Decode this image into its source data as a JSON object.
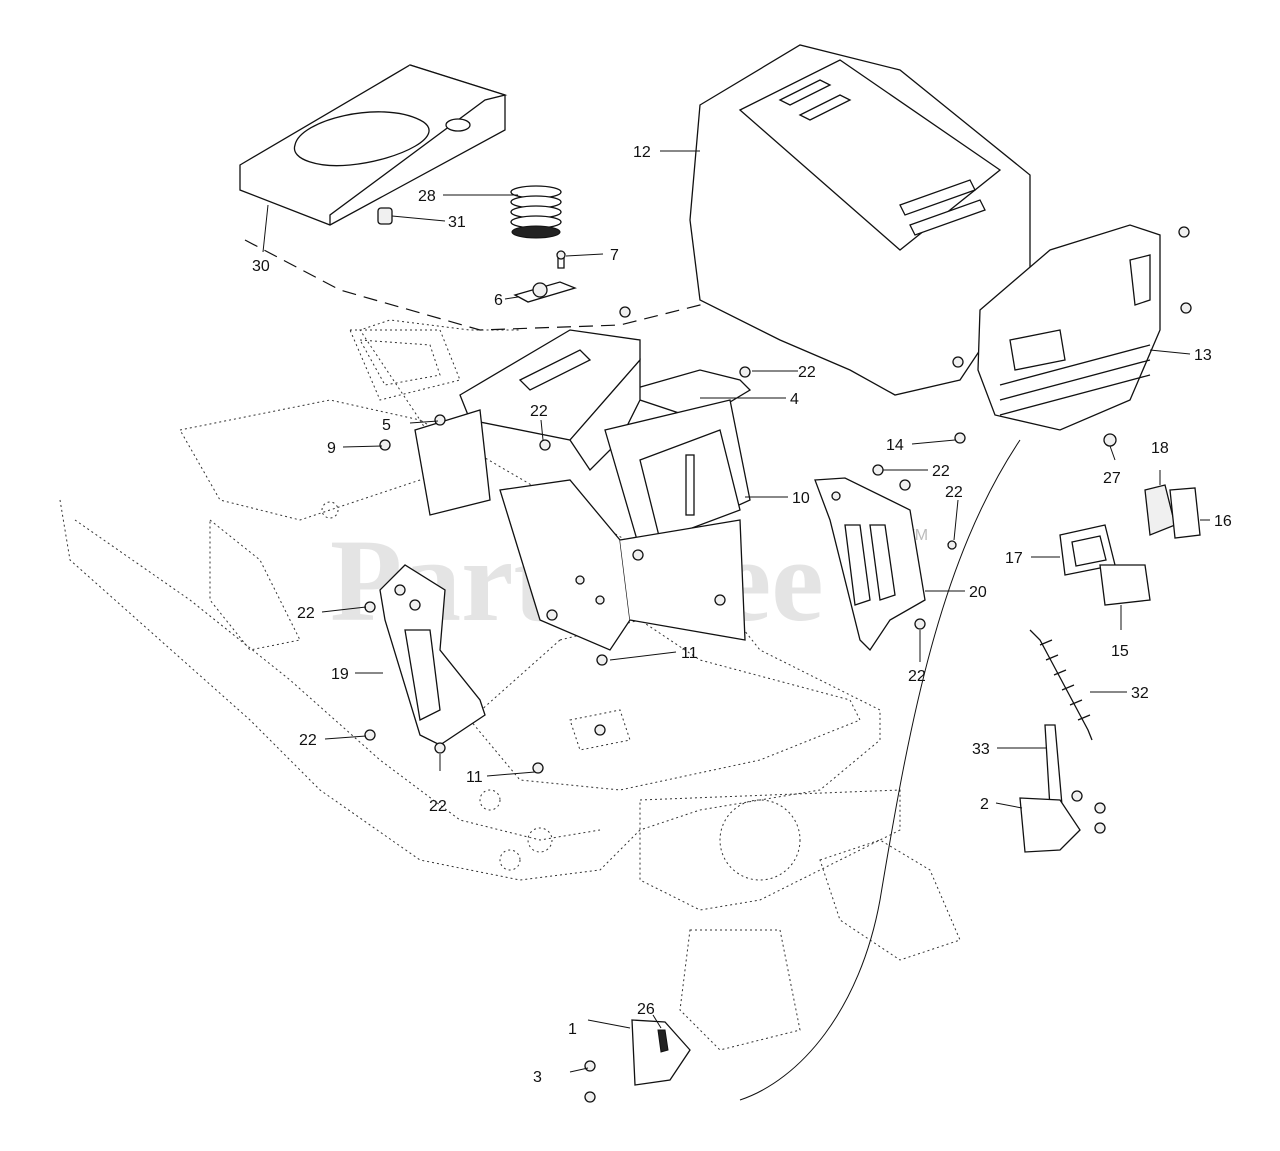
{
  "watermark": {
    "text": "PartsTree",
    "trademark": "TM"
  },
  "callouts": [
    {
      "id": "c1",
      "label": "1"
    },
    {
      "id": "c2",
      "label": "2"
    },
    {
      "id": "c3",
      "label": "3"
    },
    {
      "id": "c4",
      "label": "4"
    },
    {
      "id": "c5",
      "label": "5"
    },
    {
      "id": "c6",
      "label": "6"
    },
    {
      "id": "c7",
      "label": "7"
    },
    {
      "id": "c9",
      "label": "9"
    },
    {
      "id": "c10",
      "label": "10"
    },
    {
      "id": "c11a",
      "label": "11"
    },
    {
      "id": "c11b",
      "label": "11"
    },
    {
      "id": "c12",
      "label": "12"
    },
    {
      "id": "c13",
      "label": "13"
    },
    {
      "id": "c14",
      "label": "14"
    },
    {
      "id": "c15",
      "label": "15"
    },
    {
      "id": "c16",
      "label": "16"
    },
    {
      "id": "c17",
      "label": "17"
    },
    {
      "id": "c18",
      "label": "18"
    },
    {
      "id": "c19",
      "label": "19"
    },
    {
      "id": "c20",
      "label": "20"
    },
    {
      "id": "c22a",
      "label": "22"
    },
    {
      "id": "c22b",
      "label": "22"
    },
    {
      "id": "c22c",
      "label": "22"
    },
    {
      "id": "c22d",
      "label": "22"
    },
    {
      "id": "c22e",
      "label": "22"
    },
    {
      "id": "c22f",
      "label": "22"
    },
    {
      "id": "c22g",
      "label": "22"
    },
    {
      "id": "c22h",
      "label": "22"
    },
    {
      "id": "c26",
      "label": "26"
    },
    {
      "id": "c27",
      "label": "27"
    },
    {
      "id": "c28",
      "label": "28"
    },
    {
      "id": "c30",
      "label": "30"
    },
    {
      "id": "c31",
      "label": "31"
    },
    {
      "id": "c32",
      "label": "32"
    },
    {
      "id": "c33",
      "label": "33"
    }
  ]
}
